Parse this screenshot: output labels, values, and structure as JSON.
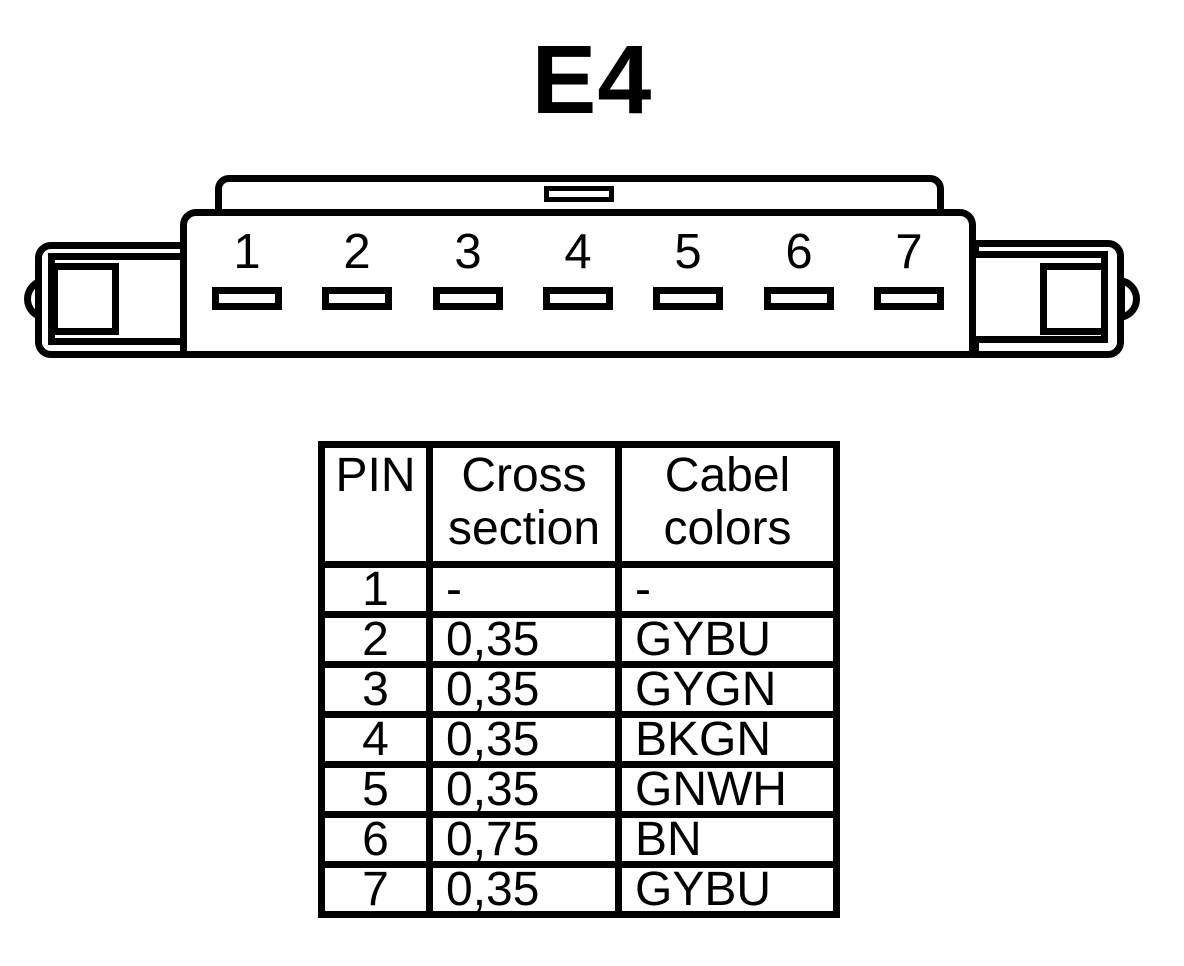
{
  "title": "E4",
  "connector": {
    "pins": [
      "1",
      "2",
      "3",
      "4",
      "5",
      "6",
      "7"
    ]
  },
  "table": {
    "headers": [
      "PIN",
      "Cross section",
      "Cabel colors"
    ],
    "rows": [
      {
        "pin": "1",
        "cross": "-",
        "color": "-"
      },
      {
        "pin": "2",
        "cross": "0,35",
        "color": "GYBU"
      },
      {
        "pin": "3",
        "cross": "0,35",
        "color": "GYGN"
      },
      {
        "pin": "4",
        "cross": "0,35",
        "color": "BKGN"
      },
      {
        "pin": "5",
        "cross": "0,35",
        "color": "GNWH"
      },
      {
        "pin": "6",
        "cross": "0,75",
        "color": "BN"
      },
      {
        "pin": "7",
        "cross": "0,35",
        "color": "GYBU"
      }
    ]
  },
  "colors": {
    "line": "#000000",
    "background": "#ffffff"
  }
}
